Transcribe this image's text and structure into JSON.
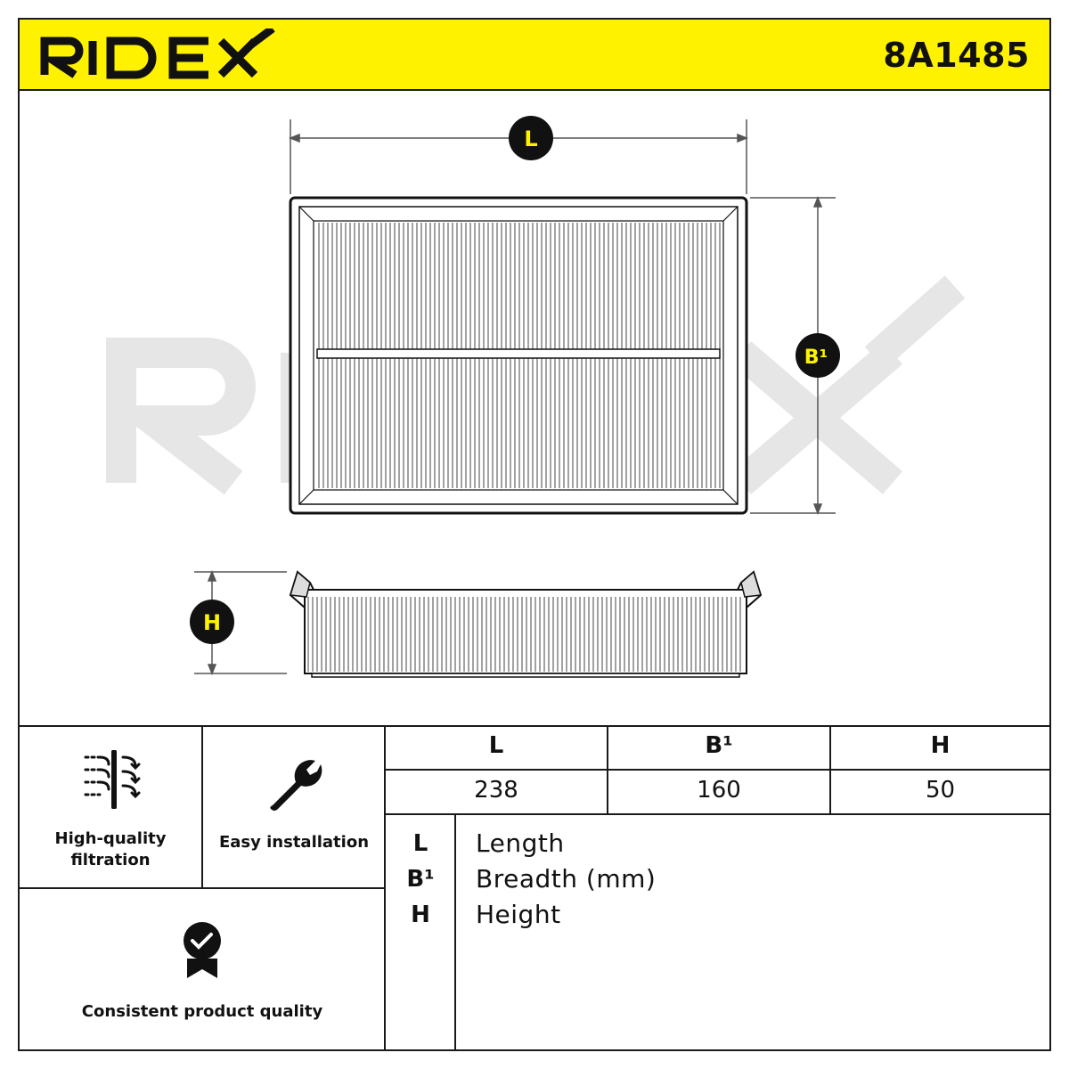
{
  "header": {
    "brand": "RIDEX",
    "part_number": "8A1485"
  },
  "drawing": {
    "dim_l": "L",
    "dim_b": "B¹",
    "dim_h": "H",
    "watermark": "RIDEX"
  },
  "features": [
    {
      "label_line1": "High-quality",
      "label_line2": "filtration",
      "icon": "filter-flow-icon"
    },
    {
      "label": "Easy installation",
      "icon": "wrench-icon"
    },
    {
      "label": "Consistent product quality",
      "icon": "quality-badge-icon"
    }
  ],
  "dimensions_table": {
    "headers": [
      "L",
      "B¹",
      "H"
    ],
    "values": [
      "238",
      "160",
      "50"
    ]
  },
  "legend": [
    {
      "key": "L",
      "text": "Length"
    },
    {
      "key": "B¹",
      "text": "Breadth (mm)"
    },
    {
      "key": "H",
      "text": "Height"
    }
  ],
  "colors": {
    "header_bg": "#fff200",
    "line": "#1a1a1a",
    "watermark": "#e6e6e6"
  }
}
